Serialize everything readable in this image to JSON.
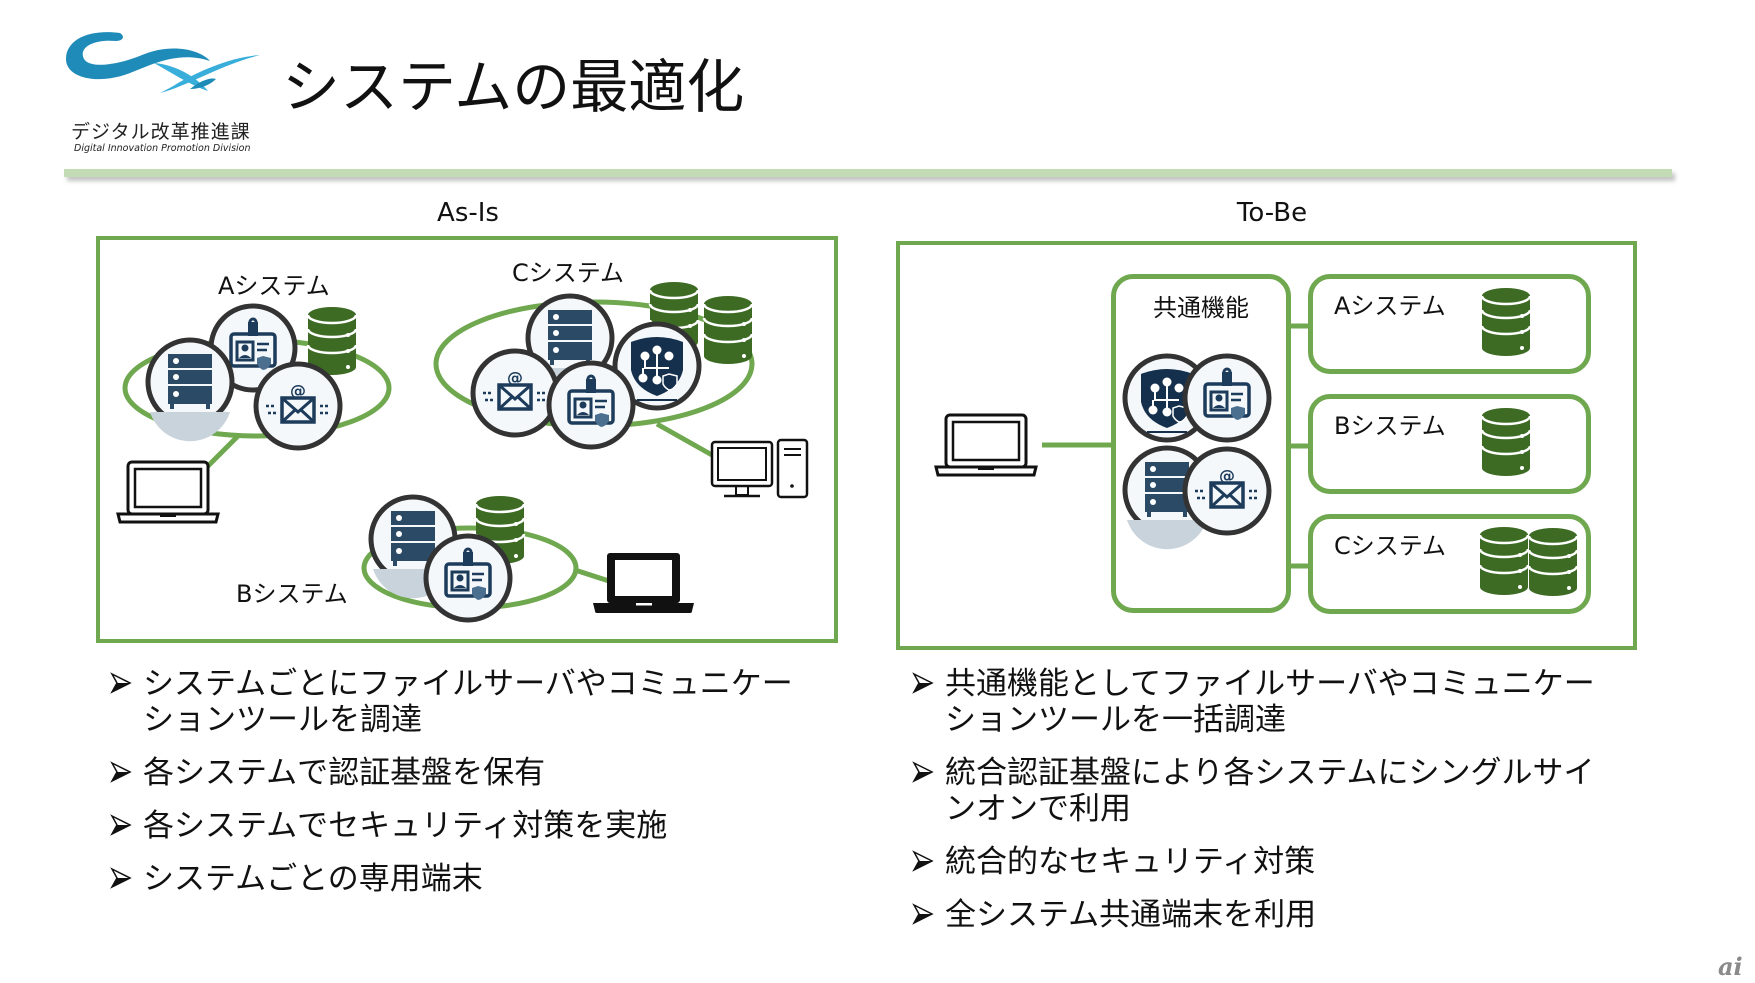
{
  "logo": {
    "org_name_ja": "デジタル改革推進課",
    "org_name_en": "Digital Innovation Promotion Division",
    "colors": {
      "wave_dark": "#1f8bb8",
      "wave_light": "#39aedb"
    }
  },
  "page": {
    "title": "システムの最適化",
    "accent_color": "#6fa84f",
    "divider_color": "#c3dcb5"
  },
  "as_is": {
    "label": "As-Is",
    "systems": [
      {
        "name": "Aシステム",
        "icons": [
          "server-icon",
          "id-badge-icon",
          "email-icon",
          "database-icon"
        ]
      },
      {
        "name": "Cシステム",
        "icons": [
          "email-icon",
          "server-icon",
          "id-badge-icon",
          "security-shield-icon",
          "database-icon",
          "database-icon"
        ]
      },
      {
        "name": "Bシステム",
        "icons": [
          "server-icon",
          "id-badge-icon",
          "database-icon"
        ]
      }
    ],
    "terminals": [
      "laptop-outline-icon",
      "desktop-pc-icon",
      "laptop-filled-icon"
    ],
    "bullets": [
      "システムごとにファイルサーバやコミュニケーションツールを調達",
      "各システムで認証基盤を保有",
      "各システムでセキュリティ対策を実施",
      "システムごとの専用端末"
    ],
    "bullets_lines": [
      [
        "システムごとにファイルサーバやコミュニケー",
        "ションツールを調達"
      ],
      [
        "各システムで認証基盤を保有"
      ],
      [
        "各システムでセキュリティ対策を実施"
      ],
      [
        "システムごとの専用端末"
      ]
    ]
  },
  "to_be": {
    "label": "To-Be",
    "common_function": {
      "name": "共通機能",
      "icons": [
        "security-shield-icon",
        "id-badge-icon",
        "server-icon",
        "email-icon"
      ]
    },
    "systems": [
      {
        "name": "Aシステム",
        "databases": 1
      },
      {
        "name": "Bシステム",
        "databases": 1
      },
      {
        "name": "Cシステム",
        "databases": 2
      }
    ],
    "terminals": [
      "laptop-outline-icon"
    ],
    "bullets_lines": [
      [
        "共通機能としてファイルサーバやコミュニケー",
        "ションツールを一括調達"
      ],
      [
        "統合認証基盤により各システムにシングルサイ",
        "ンオンで利用"
      ],
      [
        "統合的なセキュリティ対策"
      ],
      [
        "全システム共通端末を利用"
      ]
    ]
  },
  "watermark": "ai"
}
